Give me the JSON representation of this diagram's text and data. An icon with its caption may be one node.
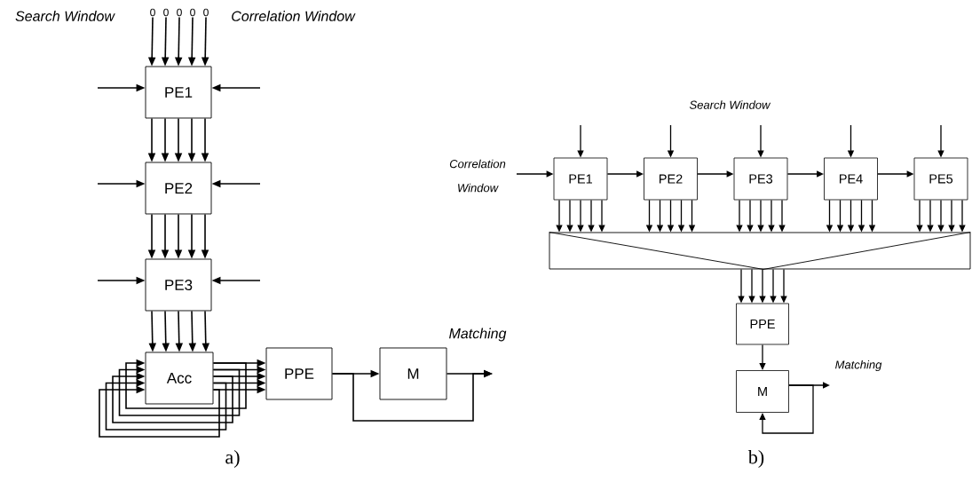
{
  "diagram": {
    "nodes": [
      {
        "text": [
          "0"
        ]
      },
      {
        "text": [
          "0"
        ]
      },
      {
        "text": [
          "0"
        ]
      },
      {
        "text": [
          "0"
        ]
      },
      {
        "text": [
          "0"
        ]
      },
      {
        "text": [
          "PE1"
        ]
      },
      {
        "text": [
          "PE2"
        ]
      },
      {
        "text": [
          "PE3"
        ]
      },
      {
        "text": [
          "Acc"
        ]
      },
      {
        "text": [
          "PPE"
        ]
      },
      {
        "text": [
          "M"
        ]
      },
      {
        "text": [
          "PE1"
        ]
      },
      {
        "text": [
          "PE2"
        ]
      },
      {
        "text": [
          "PE3"
        ]
      },
      {
        "text": [
          "PE4"
        ]
      },
      {
        "text": [
          "PE5"
        ]
      },
      {
        "text": [],
        "shape": "box"
      },
      {
        "text": [
          "PPE"
        ]
      },
      {
        "text": [
          "M"
        ]
      }
    ],
    "edges": [
      {
        "from": 0,
        "to": 5,
        "arrow": "to"
      },
      {
        "from": 1,
        "to": 5,
        "arrow": "to"
      },
      {
        "from": 2,
        "to": 5,
        "arrow": "to"
      },
      {
        "from": 3,
        "to": 5,
        "arrow": "to"
      },
      {
        "from": 4,
        "to": 5,
        "arrow": "to"
      },
      {
        "from": null,
        "to": 5,
        "arrow": "to"
      },
      {
        "from": null,
        "to": 5,
        "arrow": "to"
      },
      {
        "from": null,
        "to": 6,
        "arrow": "to"
      },
      {
        "from": null,
        "to": 6,
        "arrow": "to"
      },
      {
        "from": null,
        "to": 7,
        "arrow": "to"
      },
      {
        "from": null,
        "to": 7,
        "arrow": "to"
      },
      {
        "from": 5,
        "to": 6,
        "arrow": "to"
      },
      {
        "from": 5,
        "to": 6,
        "arrow": "to"
      },
      {
        "from": 5,
        "to": 6,
        "arrow": "to"
      },
      {
        "from": 5,
        "to": 6,
        "arrow": "to"
      },
      {
        "from": 5,
        "to": 6,
        "arrow": "to"
      },
      {
        "from": 6,
        "to": 7,
        "arrow": "to"
      },
      {
        "from": 6,
        "to": 7,
        "arrow": "to"
      },
      {
        "from": 6,
        "to": 7,
        "arrow": "to"
      },
      {
        "from": 6,
        "to": 7,
        "arrow": "to"
      },
      {
        "from": 6,
        "to": 7,
        "arrow": "to"
      },
      {
        "from": 7,
        "to": 8,
        "arrow": "to"
      },
      {
        "from": 7,
        "to": 8,
        "arrow": "to"
      },
      {
        "from": 7,
        "to": 8,
        "arrow": "to"
      },
      {
        "from": 7,
        "to": 8,
        "arrow": "to"
      },
      {
        "from": 7,
        "to": 8,
        "arrow": "to"
      },
      {
        "from": 8,
        "to": 9,
        "arrow": "to"
      },
      {
        "from": 8,
        "to": 9,
        "arrow": "to"
      },
      {
        "from": 8,
        "to": 9,
        "arrow": "to"
      },
      {
        "from": 8,
        "to": 9,
        "arrow": "to"
      },
      {
        "from": 8,
        "to": 9,
        "arrow": "to"
      },
      {
        "from": 8,
        "to": 8,
        "arrow": "to"
      },
      {
        "from": 8,
        "to": 8,
        "arrow": "to"
      },
      {
        "from": 8,
        "to": 8,
        "arrow": "to"
      },
      {
        "from": 8,
        "to": 8,
        "arrow": "to"
      },
      {
        "from": 8,
        "to": 8,
        "arrow": "to"
      },
      {
        "from": 9,
        "to": 10,
        "arrow": "to"
      },
      {
        "from": 9,
        "to": null,
        "arrow": "to"
      },
      {
        "from": 10,
        "to": null,
        "arrow": "to"
      },
      {
        "from": null,
        "to": 11,
        "arrow": "to"
      },
      {
        "from": null,
        "to": 12,
        "arrow": "to"
      },
      {
        "from": null,
        "to": 13,
        "arrow": "to"
      },
      {
        "from": null,
        "to": 14,
        "arrow": "to"
      },
      {
        "from": null,
        "to": 15,
        "arrow": "to"
      },
      {
        "from": null,
        "to": 11,
        "arrow": "to"
      },
      {
        "from": 11,
        "to": 12,
        "arrow": "to"
      },
      {
        "from": 12,
        "to": 13,
        "arrow": "to"
      },
      {
        "from": 13,
        "to": 14,
        "arrow": "to"
      },
      {
        "from": 14,
        "to": 15,
        "arrow": "to"
      },
      {
        "from": 11,
        "to": 16,
        "arrow": "to"
      },
      {
        "from": 11,
        "to": 16,
        "arrow": "to"
      },
      {
        "from": 11,
        "to": 16,
        "arrow": "to"
      },
      {
        "from": 11,
        "to": 16,
        "arrow": "to"
      },
      {
        "from": 11,
        "to": 16,
        "arrow": "to"
      },
      {
        "from": 12,
        "to": 16,
        "arrow": "to"
      },
      {
        "from": 12,
        "to": 16,
        "arrow": "to"
      },
      {
        "from": 12,
        "to": 16,
        "arrow": "to"
      },
      {
        "from": 12,
        "to": 16,
        "arrow": "to"
      },
      {
        "from": 12,
        "to": 16,
        "arrow": "to"
      },
      {
        "from": 13,
        "to": 16,
        "arrow": "to"
      },
      {
        "from": 13,
        "to": 16,
        "arrow": "to"
      },
      {
        "from": 13,
        "to": 16,
        "arrow": "to"
      },
      {
        "from": 13,
        "to": 16,
        "arrow": "to"
      },
      {
        "from": 13,
        "to": 16,
        "arrow": "to"
      },
      {
        "from": 14,
        "to": 16,
        "arrow": "to"
      },
      {
        "from": 14,
        "to": 16,
        "arrow": "to"
      },
      {
        "from": 14,
        "to": 16,
        "arrow": "to"
      },
      {
        "from": 14,
        "to": 16,
        "arrow": "to"
      },
      {
        "from": 14,
        "to": 16,
        "arrow": "to"
      },
      {
        "from": 15,
        "to": 16,
        "arrow": "to"
      },
      {
        "from": 15,
        "to": 16,
        "arrow": "to"
      },
      {
        "from": 15,
        "to": 16,
        "arrow": "to"
      },
      {
        "from": 15,
        "to": 16,
        "arrow": "to"
      },
      {
        "from": 15,
        "to": 16,
        "arrow": "to"
      },
      {
        "from": 16,
        "to": 17,
        "arrow": "to"
      },
      {
        "from": 16,
        "to": 17,
        "arrow": "to"
      },
      {
        "from": 16,
        "to": 17,
        "arrow": "to"
      },
      {
        "from": 16,
        "to": 17,
        "arrow": "to"
      },
      {
        "from": 16,
        "to": 17,
        "arrow": "to"
      },
      {
        "from": 17,
        "to": 18,
        "arrow": "to"
      },
      {
        "from": 18,
        "to": null,
        "arrow": "to"
      },
      {
        "from": 18,
        "to": 18,
        "arrow": "to"
      }
    ],
    "labels": [
      "Search Window",
      "Correlation Window",
      "Search Window",
      "Correlation Window",
      "Matching",
      "Matching",
      "a)",
      "b)"
    ]
  }
}
